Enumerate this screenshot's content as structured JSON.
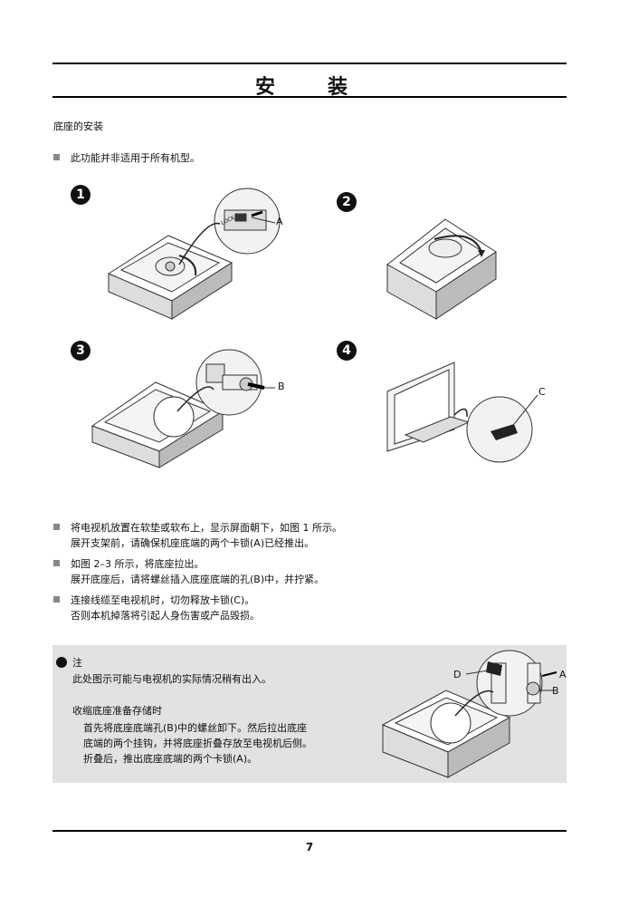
{
  "title": "安　装",
  "section_heading": "底座的安装",
  "applicability_note": "此功能并非适用于所有机型。",
  "figures": [
    {
      "number": "1",
      "labels": [
        "LOCK",
        "A"
      ]
    },
    {
      "number": "2",
      "labels": []
    },
    {
      "number": "3",
      "labels": [
        "B"
      ]
    },
    {
      "number": "4",
      "labels": [
        "C"
      ]
    }
  ],
  "instructions": [
    {
      "lines": [
        "将电视机放置在软垫或软布上，显示屏面朝下，如图 1 所示。",
        "展开支架前，请确保机座底端的两个卡锁(A)已经推出。"
      ]
    },
    {
      "lines": [
        "如图 2–3 所示，将底座拉出。",
        "展开底座后，请将螺丝插入底座底端的孔(B)中，并拧紧。"
      ]
    },
    {
      "lines": [
        "连接线缆至电视机时，切勿释放卡锁(C)。",
        "否则本机掉落将引起人身伤害或产品毁损。"
      ]
    }
  ],
  "notice": {
    "heading": "注",
    "text": "此处图示可能与电视机的实际情况稍有出入。",
    "storage_heading": "收缩底座准备存储时",
    "storage_lines": [
      "首先将底座底端孔(B)中的螺丝卸下。然后拉出底座",
      "底端的两个挂钩，并将底座折叠存放至电视机后侧。",
      "折叠后，推出底座底端的两个卡锁(A)。"
    ],
    "figure_labels": [
      "D",
      "A",
      "B"
    ]
  },
  "page_number": "7"
}
